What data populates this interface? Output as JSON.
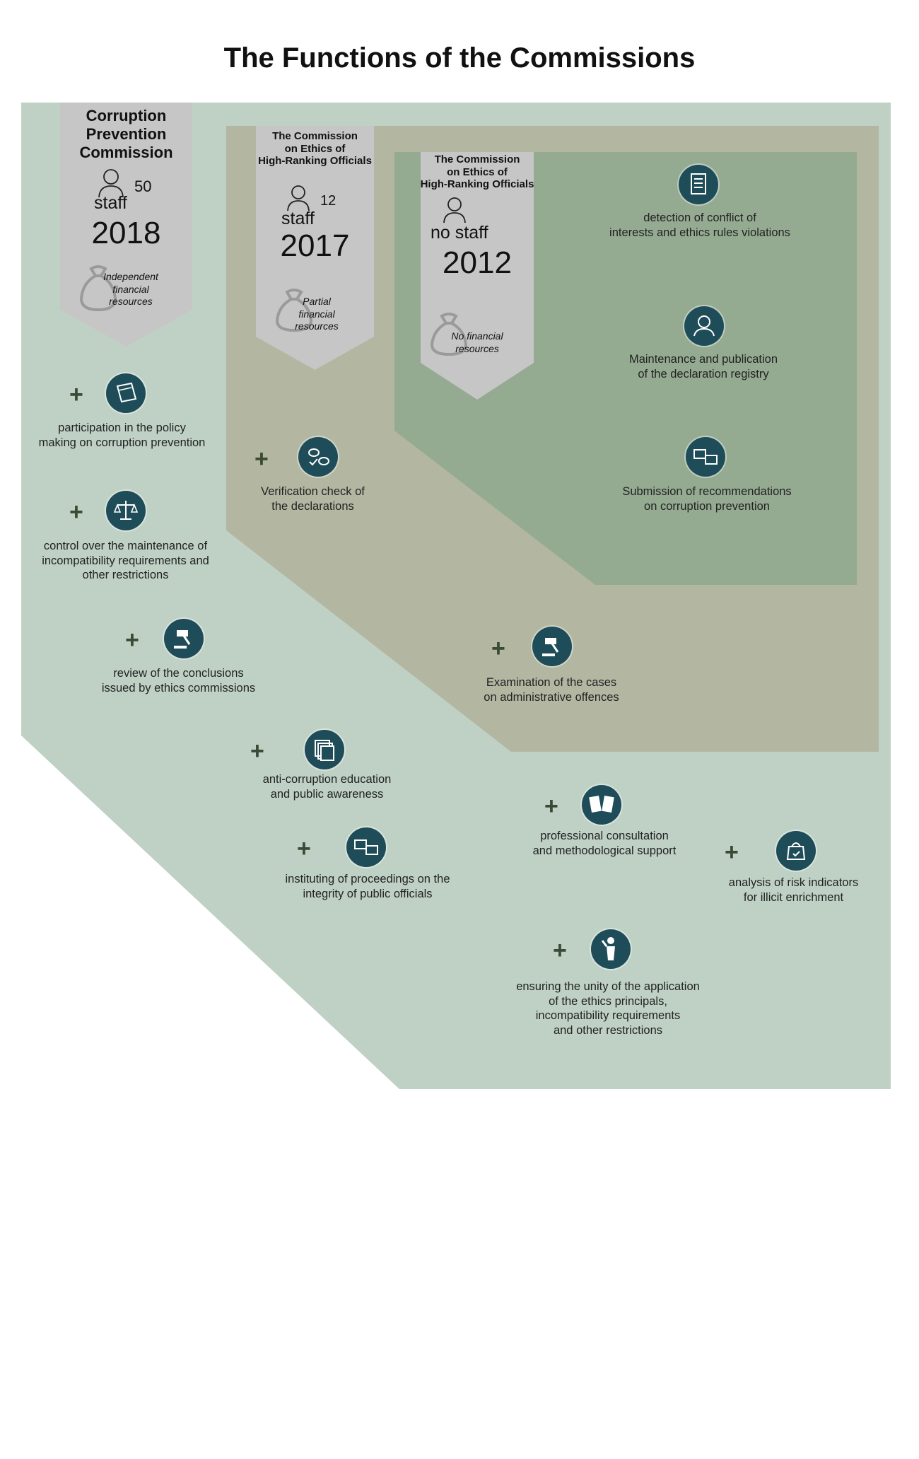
{
  "title": "The Functions of the Commissions",
  "commissions": [
    {
      "name_lines": [
        "Corruption",
        "Prevention",
        "Commission"
      ],
      "staff_label": "staff",
      "staff_count": "50",
      "year": "2018",
      "financial_lines": [
        "Independent",
        "financial",
        "resources"
      ]
    },
    {
      "name_lines": [
        "The Commission",
        "on Ethics of",
        "High-Ranking Officials"
      ],
      "staff_label": "staff",
      "staff_count": "12",
      "year": "2017",
      "financial_lines": [
        "Partial",
        "financial",
        "resources"
      ]
    },
    {
      "name_lines": [
        "The Commission",
        "on Ethics of",
        "High-Ranking Officials"
      ],
      "staff_label": "no staff",
      "staff_count": "",
      "year": "2012",
      "financial_lines": [
        "No financial",
        "resources"
      ]
    }
  ],
  "functions": [
    {
      "icon": "checklist-icon",
      "lines": [
        "detection of conflict of",
        "interests and ethics rules violations"
      ],
      "plus": false
    },
    {
      "icon": "person-icon",
      "lines": [
        "Maintenance and publication",
        "of the declaration registry"
      ],
      "plus": false
    },
    {
      "icon": "recommendation-icon",
      "lines": [
        "Submission of recommendations",
        "on corruption prevention"
      ],
      "plus": false
    },
    {
      "icon": "verification-icon",
      "lines": [
        "Verification check of",
        "the declarations"
      ],
      "plus": true
    },
    {
      "icon": "gavel-icon",
      "lines": [
        "Examination of the cases",
        "on administrative offences"
      ],
      "plus": true
    },
    {
      "icon": "book-icon",
      "lines": [
        "participation in the policy",
        "making on corruption prevention"
      ],
      "plus": true
    },
    {
      "icon": "scales-icon",
      "lines": [
        "control over the maintenance of",
        "incompatibility requirements and",
        "other restrictions"
      ],
      "plus": true
    },
    {
      "icon": "gavel-icon",
      "lines": [
        "review of the conclusions",
        "issued by ethics commissions"
      ],
      "plus": true
    },
    {
      "icon": "documents-icon",
      "lines": [
        "anti-corruption education",
        "and public awareness"
      ],
      "plus": true
    },
    {
      "icon": "recommendation-icon",
      "lines": [
        "instituting of proceedings on the",
        "integrity of public officials"
      ],
      "plus": true
    },
    {
      "icon": "cards-icon",
      "lines": [
        "professional consultation",
        "and methodological support"
      ],
      "plus": true
    },
    {
      "icon": "bag-icon",
      "lines": [
        "analysis of risk indicators",
        "for illicit enrichment"
      ],
      "plus": true
    },
    {
      "icon": "officer-icon",
      "lines": [
        "ensuring the unity of the application",
        "of the ethics principals,",
        "incompatibility requirements",
        "and other restrictions"
      ],
      "plus": true
    }
  ],
  "colors": {
    "outer_region": "#bfd1c5",
    "middle_region": "#b3b7a1",
    "inner_region": "#94ab92",
    "banner": "#c6c6c6",
    "icon_fill": "#1e4c58",
    "plus": "#3a4a35"
  }
}
